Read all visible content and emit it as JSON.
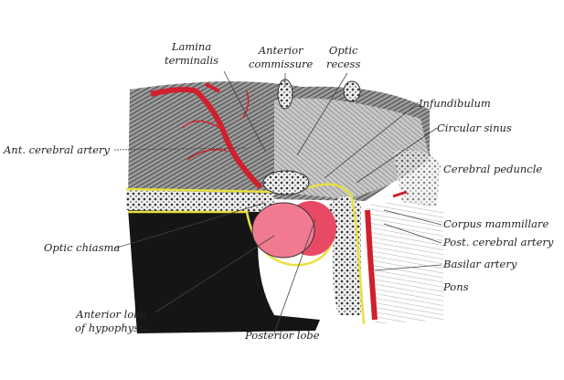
{
  "labels": {
    "lamina_terminalis": [
      "Lamina",
      "terminalis"
    ],
    "anterior_commissure": [
      "Anterior",
      "commissure"
    ],
    "optic_recess": [
      "Optic",
      "recess"
    ],
    "infundibulum": "Infundibulum",
    "circular_sinus": "Circular sinus",
    "ant_cerebral_artery": "Ant. cerebral artery",
    "cerebral_peduncle": "Cerebral peduncle",
    "corpus_mammillare": "Corpus mammillare",
    "post_cerebral_artery": "Post. cerebral artery",
    "basilar_artery": "Basilar artery",
    "pons": "Pons",
    "optic_chiasma": "Optic chiasma",
    "anterior_lobe": [
      "Anterior lobe",
      "of hypophysis"
    ],
    "posterior_lobe": "Posterior lobe"
  },
  "colors": {
    "artery": "#d0202e",
    "pituitary": "#f0607a",
    "dura": "#e8e040",
    "tissue": "#8a8a8a",
    "sinus": "#151515"
  }
}
